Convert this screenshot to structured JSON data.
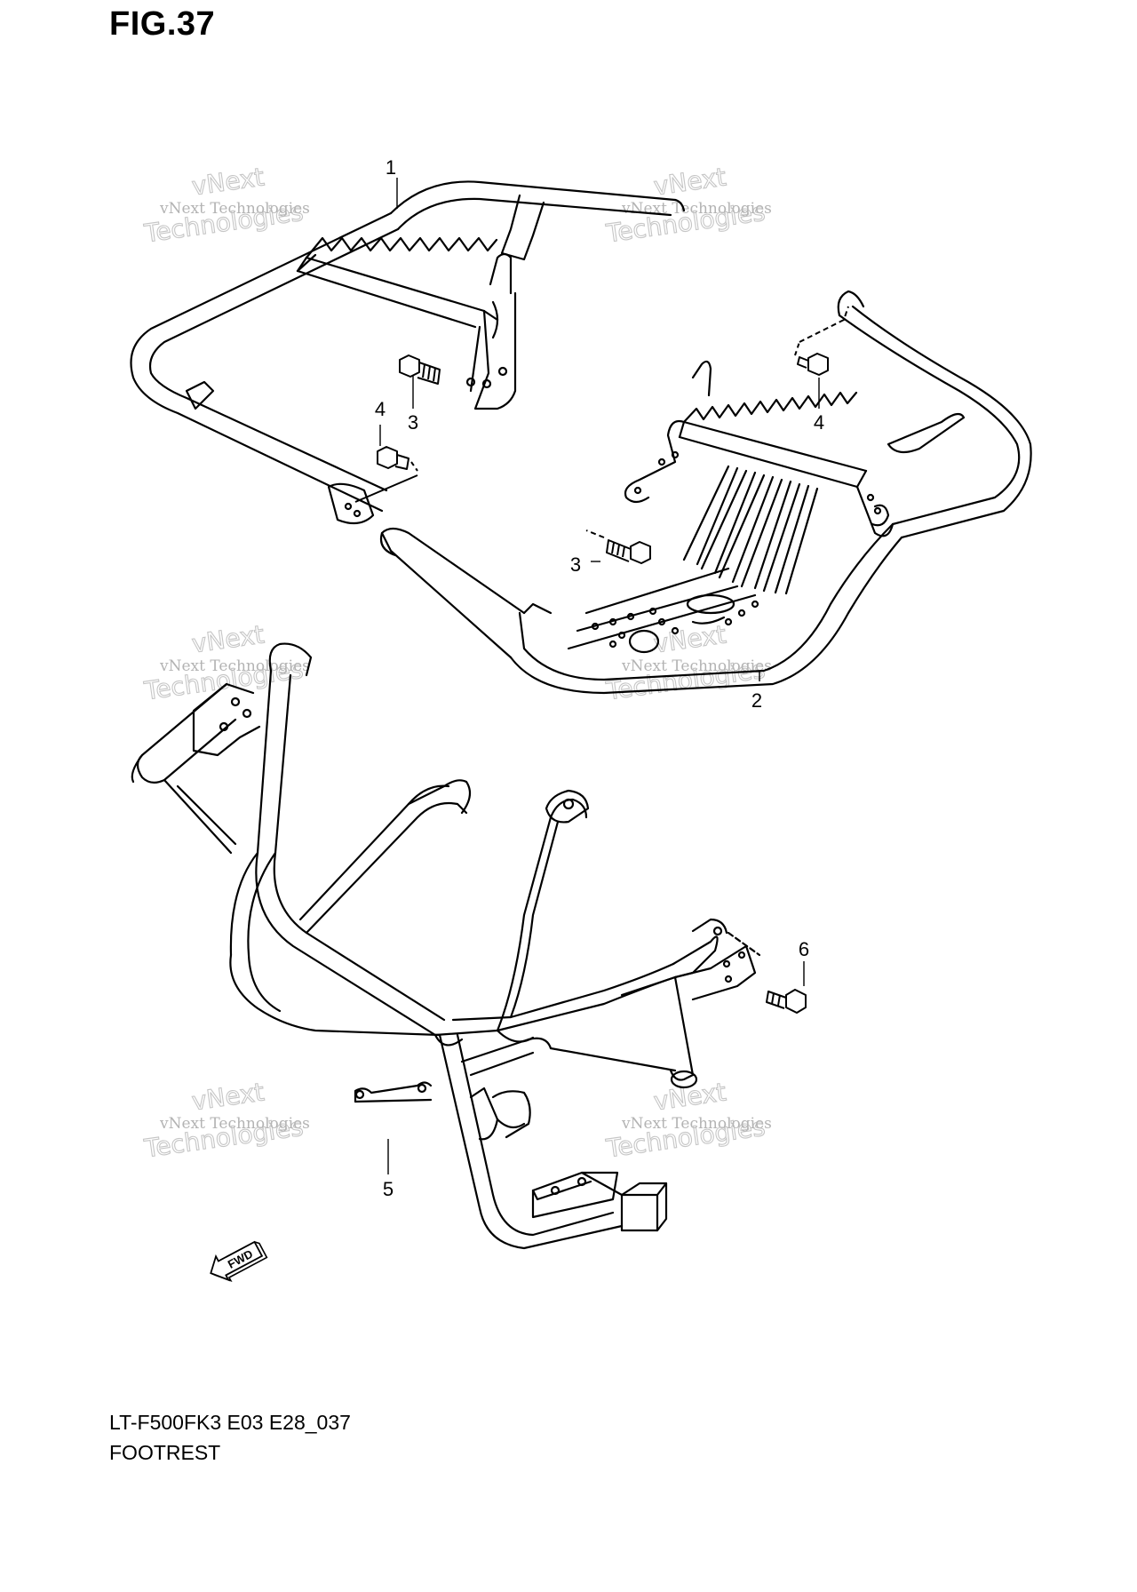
{
  "header": {
    "figure_title": "FIG.37"
  },
  "footer": {
    "model_code": "LT-F500FK3 E03 E28_037",
    "section_name": "FOOTREST"
  },
  "callouts": [
    {
      "id": "c1",
      "label": "1"
    },
    {
      "id": "c2",
      "label": "2"
    },
    {
      "id": "c3a",
      "label": "3"
    },
    {
      "id": "c3b",
      "label": "3"
    },
    {
      "id": "c4a",
      "label": "4"
    },
    {
      "id": "c4b",
      "label": "4"
    },
    {
      "id": "c5",
      "label": "5"
    },
    {
      "id": "c6",
      "label": "6"
    }
  ],
  "direction_marker": {
    "label": "FWD"
  },
  "watermark": {
    "line1": "vNext Technologies",
    "line2": "Technologies",
    "line3": "vNext"
  }
}
